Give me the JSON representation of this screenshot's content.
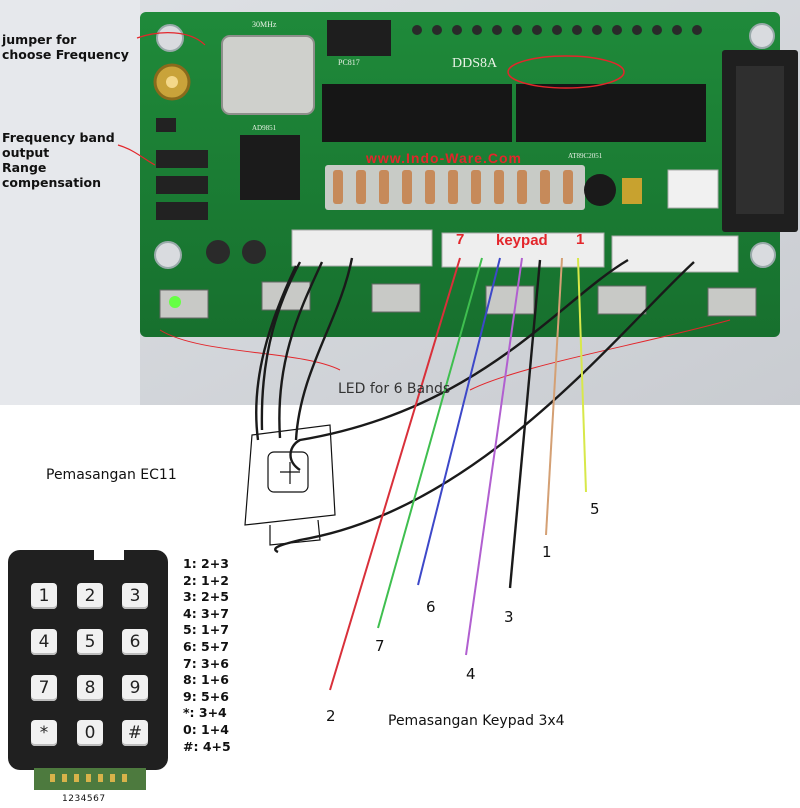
{
  "annotations": {
    "jumper": "jumper for\nchoose Frequency",
    "freq_band": "Frequency band\noutput\nRange\ncompensation",
    "led_bands": "LED for 6 Bands"
  },
  "board": {
    "name": "DDS8A",
    "website": "www.Indo-Ware.Com",
    "keypad_label": "keypad",
    "pin_seven": "7",
    "pin_one": "1",
    "ic_label": "PC817",
    "crystal_label": "30MHz",
    "chip_label": "AD9851",
    "ic2_label": "AT89C2051"
  },
  "captions": {
    "ec11": "Pemasangan EC11",
    "keypad": "Pemasangan Keypad 3x4"
  },
  "wire_numbers": [
    "5",
    "1",
    "6",
    "3",
    "7",
    "4",
    "2"
  ],
  "wire_colors": {
    "red": "#d9303a",
    "green": "#3fbf4f",
    "blue": "#3d48c9",
    "purple": "#b15fd0",
    "black": "#1a1a1a",
    "tan": "#d4a074",
    "yellow": "#d8e84a"
  },
  "keypad": {
    "keys": [
      "1",
      "2",
      "3",
      "4",
      "5",
      "6",
      "7",
      "8",
      "9",
      "*",
      "0",
      "#"
    ],
    "pins": "1234567"
  },
  "key_mapping": [
    "1: 2+3",
    "2: 1+2",
    "3: 2+5",
    "4: 3+7",
    "5: 1+7",
    "6: 5+7",
    "7: 3+6",
    "8: 1+6",
    "9: 5+6",
    "*: 3+4",
    "0: 1+4",
    "#: 4+5"
  ]
}
